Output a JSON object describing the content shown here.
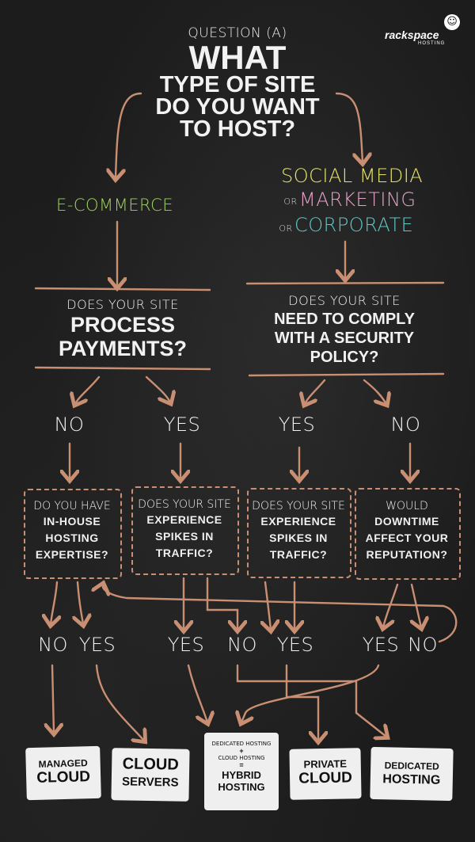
{
  "header": {
    "question_label": "QUESTION (A)",
    "title_line1": "WHAT",
    "title_line2": "TYPE OF SITE",
    "title_line3": "DO YOU WANT",
    "title_line4": "TO HOST?",
    "logo_name": "rackspace",
    "logo_sub": "HOSTING"
  },
  "branches": {
    "ecommerce": "E-COMMERCE",
    "social": "SOCIAL MEDIA",
    "or1": "OR",
    "marketing": "MARKETING",
    "or2": "OR",
    "corporate": "CORPORATE"
  },
  "questions": {
    "left_small": "DOES YOUR SITE",
    "left_big1": "PROCESS",
    "left_big2": "PAYMENTS?",
    "right_small": "DOES YOUR SITE",
    "right_big1": "NEED TO COMPLY",
    "right_big2": "WITH A SECURITY",
    "right_big3": "POLICY?"
  },
  "answers1": {
    "a": "NO",
    "b": "YES",
    "c": "YES",
    "d": "NO"
  },
  "boxes": [
    {
      "small": "DO YOU HAVE",
      "big1": "IN-HOUSE",
      "big2": "HOSTING",
      "big3": "EXPERTISE?"
    },
    {
      "small": "DOES YOUR SITE",
      "big1": "EXPERIENCE",
      "big2": "SPIKES IN",
      "big3": "TRAFFIC?"
    },
    {
      "small": "DOES YOUR SITE",
      "big1": "EXPERIENCE",
      "big2": "SPIKES IN",
      "big3": "TRAFFIC?"
    },
    {
      "small": "WOULD",
      "big1": "DOWNTIME",
      "big2": "AFFECT YOUR",
      "big3": "REPUTATION?"
    }
  ],
  "answers2": {
    "a": "NO",
    "b": "YES",
    "c": "YES",
    "d": "NO",
    "e": "YES",
    "f": "YES",
    "g": "NO"
  },
  "results": {
    "managed1": "MANAGED",
    "managed2": "CLOUD",
    "servers1": "CLOUD",
    "servers2": "SERVERS",
    "hybrid_top1": "DEDICATED HOSTING",
    "hybrid_plus": "+",
    "hybrid_top2": "CLOUD HOSTING",
    "hybrid_eq": "=",
    "hybrid1": "HYBRID",
    "hybrid2": "HOSTING",
    "private1": "PRIVATE",
    "private2": "CLOUD",
    "dedicated1": "DEDICATED",
    "dedicated2": "HOSTING"
  },
  "colors": {
    "chalk_arrow": "#c98f72",
    "ecommerce": "#9fd35a",
    "social": "#e7e36a",
    "marketing": "#e7a1c8",
    "corporate": "#5fc7c4"
  }
}
